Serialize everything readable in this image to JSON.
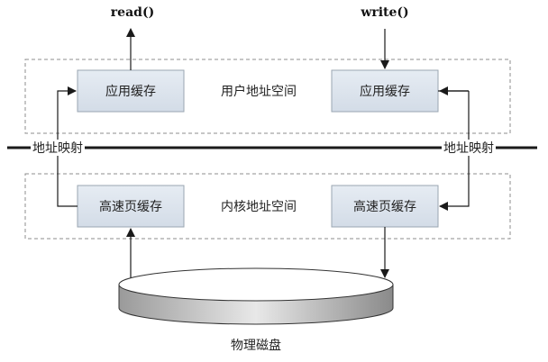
{
  "labels": {
    "read": "read()",
    "write": "write()",
    "user_space": "用户地址空间",
    "kernel_space": "内核地址空间",
    "app_cache_left": "应用缓存",
    "app_cache_right": "应用缓存",
    "page_cache_left": "高速页缓存",
    "page_cache_right": "高速页缓存",
    "addr_map_left": "地址映射",
    "addr_map_right": "地址映射",
    "disk": "物理磁盘"
  },
  "colors": {
    "box_fill": "#dde5ee",
    "box_stroke": "#9aa6b2",
    "dash": "#8c8c8c",
    "line": "#1a1a1a"
  }
}
